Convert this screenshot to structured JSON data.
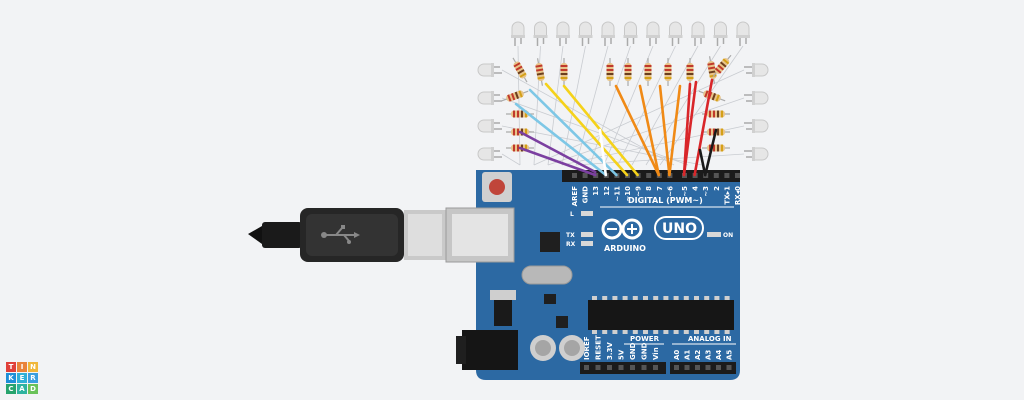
{
  "board": {
    "brand": "ARDUINO",
    "model": "UNO",
    "digital_header_label": "DIGITAL (PWM~)",
    "power_label": "POWER",
    "analog_label": "ANALOG IN",
    "on_label": "ON",
    "led_labels": {
      "l": "L",
      "tx": "TX",
      "rx": "RX"
    },
    "digital_pins": [
      "AREF",
      "GND",
      "13",
      "12",
      "~11",
      "~10",
      "~9",
      "8",
      "7",
      "~6",
      "~5",
      "4",
      "~3",
      "2",
      "TX▸1",
      "RX◂0"
    ],
    "power_pins": [
      "IOREF",
      "RESET",
      "3.3V",
      "5V",
      "GND",
      "GND",
      "Vin"
    ],
    "analog_pins": [
      "A0",
      "A1",
      "A2",
      "A3",
      "A4",
      "A5"
    ]
  },
  "logo": {
    "letters": [
      "T",
      "I",
      "N",
      "K",
      "E",
      "R",
      "C",
      "A",
      "D"
    ],
    "colors": [
      "#e0403a",
      "#e9833a",
      "#f0b73a",
      "#1e8fd8",
      "#2fb0d8",
      "#3a9fe0",
      "#27a36d",
      "#2fb3a0",
      "#6ac259"
    ]
  },
  "colors": {
    "board": "#2c69a3",
    "wire_red": "#d9262a",
    "wire_orange": "#f08a16",
    "wire_yellow": "#f5d21a",
    "wire_blue": "#7dc7e6",
    "wire_purple": "#7b3fa0",
    "wire_white": "#ffffff",
    "wire_black": "#1a1a1a"
  }
}
